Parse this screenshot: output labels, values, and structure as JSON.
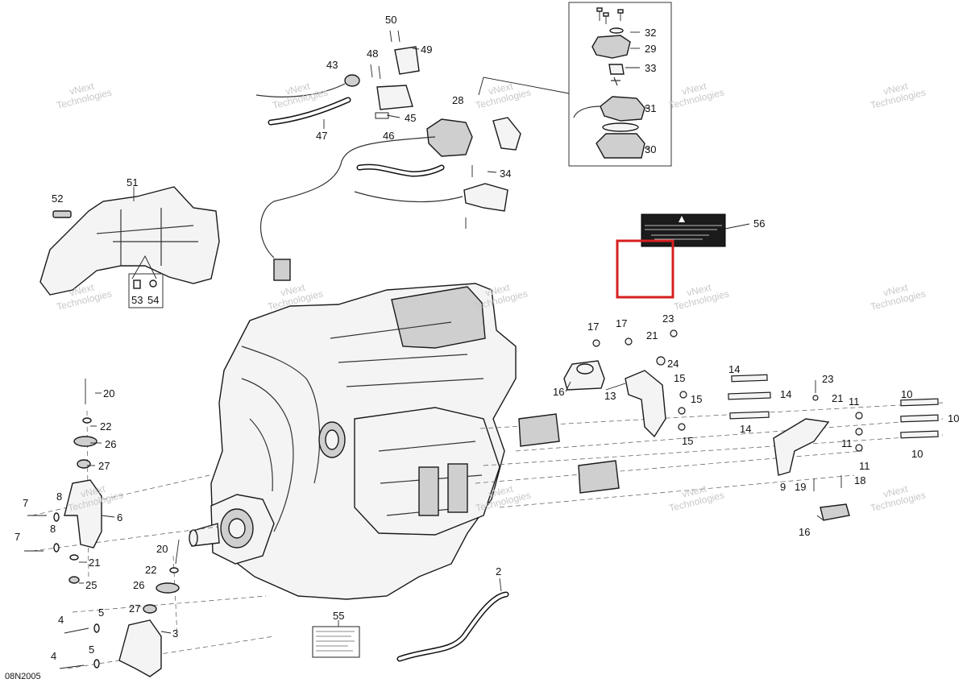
{
  "diagram": {
    "document_code": "08N2005",
    "watermark_lines": [
      "vNext",
      "Technologies"
    ],
    "callouts": [
      "50",
      "49",
      "48",
      "43",
      "47",
      "46",
      "45",
      "28",
      "32",
      "29",
      "33",
      "31",
      "30",
      "34",
      "56",
      "51",
      "52",
      "53",
      "54",
      "17",
      "17",
      "21",
      "23",
      "24",
      "16",
      "13",
      "15",
      "15",
      "15",
      "14",
      "14",
      "14",
      "23",
      "21",
      "11",
      "11",
      "11",
      "10",
      "10",
      "10",
      "9",
      "19",
      "18",
      "16",
      "20",
      "22",
      "26",
      "27",
      "8",
      "6",
      "7",
      "8",
      "7",
      "21",
      "25",
      "20",
      "22",
      "26",
      "27",
      "4",
      "5",
      "3",
      "4",
      "5",
      "2",
      "55"
    ]
  }
}
